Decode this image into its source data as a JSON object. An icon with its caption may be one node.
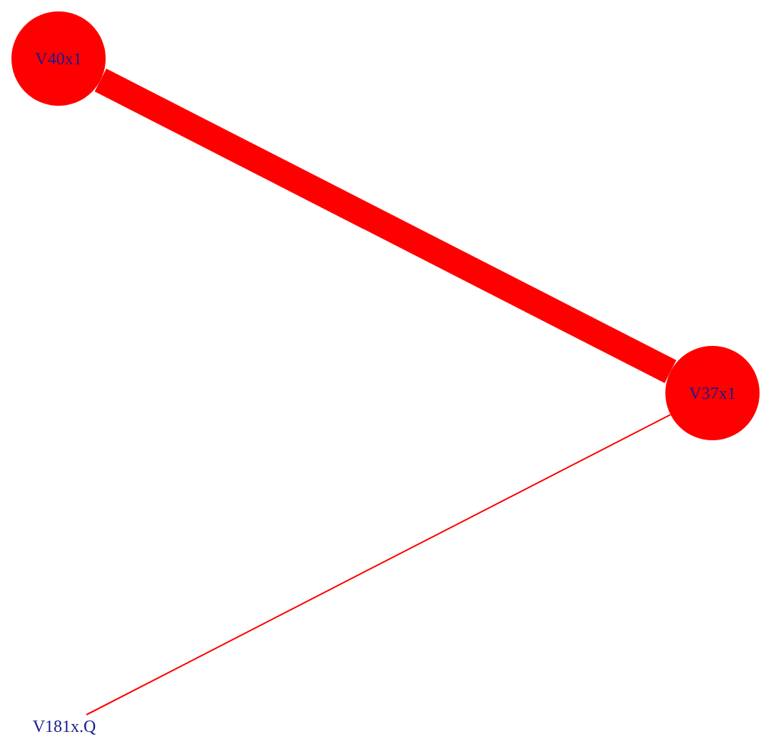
{
  "diagram": {
    "nodes": [
      {
        "text": [
          "V40x1"
        ]
      },
      {
        "text": [
          "V37x1"
        ]
      },
      {
        "text": [
          "V181x.Q"
        ]
      }
    ],
    "edges": [
      {
        "from": 0,
        "to": 1,
        "arrow": "none",
        "style": "thick"
      },
      {
        "from": 1,
        "to": 2,
        "arrow": "none"
      }
    ]
  }
}
